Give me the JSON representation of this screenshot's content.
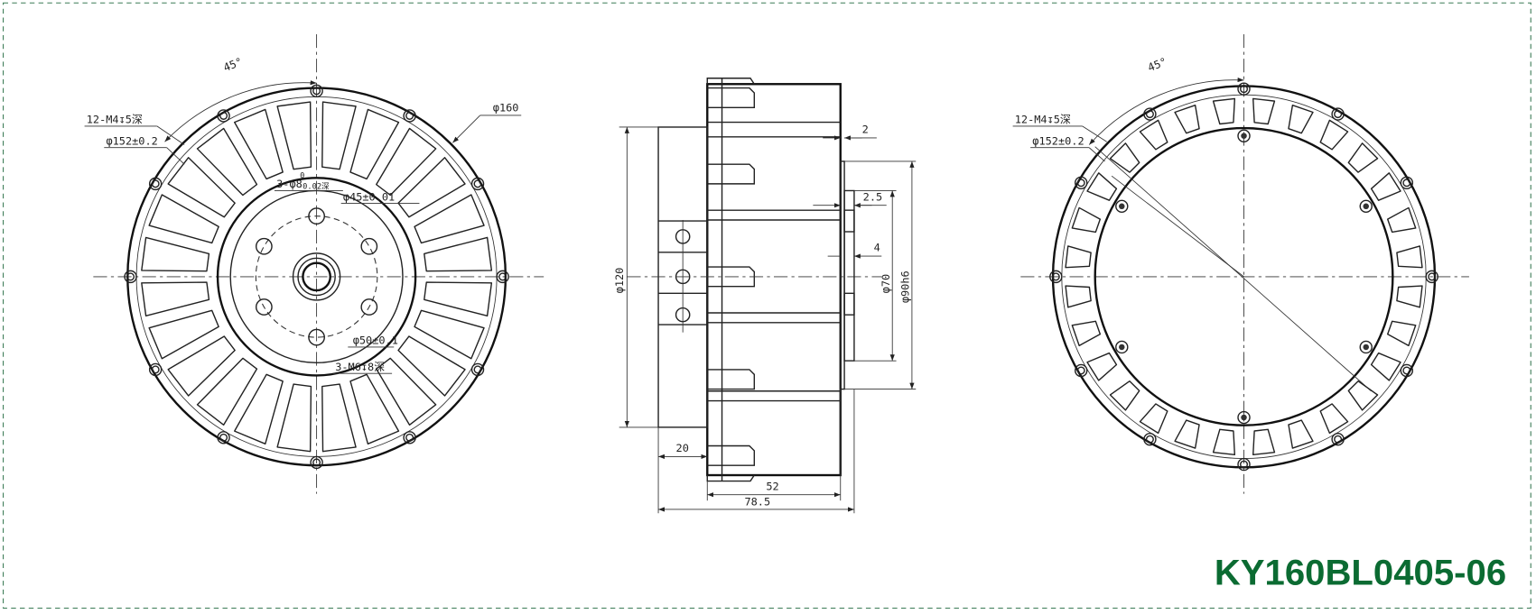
{
  "title": "KY160BL0405-06",
  "colors": {
    "title": "#0b6b32",
    "border": "#3a7a55",
    "lines": "#222222"
  },
  "front_view": {
    "angle": "45°",
    "thread_holes": "12-M4↧5深",
    "bolt_circle": "φ152±0.2",
    "outer_dia": "φ160",
    "pin_holes": "3-φ8",
    "pin_tol_upper": "0",
    "pin_tol_lower": "-0.02深",
    "inner_dia": "φ45±0.01",
    "pcd": "φ50±0.1",
    "center_threads": "3-M6↧8深"
  },
  "side_view": {
    "dia_120": "φ120",
    "dim_2": "2",
    "dim_2_5": "2.5",
    "dim_4": "4",
    "dia_70": "φ70",
    "dia_90": "φ90h6",
    "dim_20": "20",
    "dim_52": "52",
    "dim_78_5": "78.5"
  },
  "rear_view": {
    "angle": "45°",
    "thread_holes": "12-M4↧5深",
    "bolt_circle": "φ152±0.2"
  }
}
